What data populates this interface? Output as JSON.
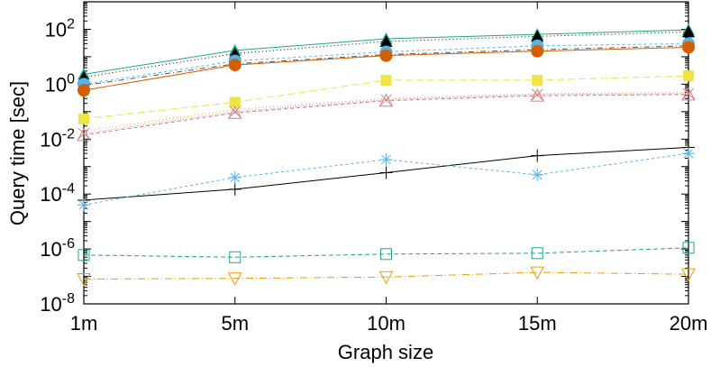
{
  "chart_data": {
    "type": "line",
    "title": "",
    "xlabel": "Graph size",
    "ylabel": "Query time [sec]",
    "y_scale": "log",
    "ylim": [
      1e-08,
      1000
    ],
    "y_ticks": [
      {
        "value": 1e-08,
        "base": "10",
        "exp": "-8"
      },
      {
        "value": 1e-06,
        "base": "10",
        "exp": "-6"
      },
      {
        "value": 0.0001,
        "base": "10",
        "exp": "-4"
      },
      {
        "value": 0.01,
        "base": "10",
        "exp": "-2"
      },
      {
        "value": 1,
        "base": "10",
        "exp": "0"
      },
      {
        "value": 100,
        "base": "10",
        "exp": "2"
      }
    ],
    "categories": [
      "1m",
      "5m",
      "10m",
      "15m",
      "20m"
    ],
    "grid": false,
    "legend": "none",
    "series": [
      {
        "color": "#1fa88a",
        "marker": "triangle-filled",
        "dash": "",
        "values": [
          2.3,
          17,
          45,
          65,
          95
        ]
      },
      {
        "color": "#000000",
        "marker": "triangle-filled",
        "dash": "1,3",
        "values": [
          1.8,
          13,
          36,
          55,
          80
        ]
      },
      {
        "color": "#55b4e9",
        "marker": "circle-filled",
        "dash": "3,3",
        "values": [
          1.0,
          7,
          15,
          25,
          30
        ]
      },
      {
        "color": "#555555",
        "marker": "none",
        "dash": "6,3,1,3",
        "values": [
          0.9,
          5.5,
          12,
          18,
          25
        ]
      },
      {
        "color": "#d55e00",
        "marker": "circle-filled",
        "dash": "",
        "values": [
          0.6,
          5,
          11,
          16,
          22
        ]
      },
      {
        "color": "#f0e442",
        "marker": "square-filled",
        "dash": "8,4",
        "values": [
          0.055,
          0.22,
          1.4,
          1.4,
          2.0
        ]
      },
      {
        "color": "#e69f00",
        "marker": "none",
        "dash": "1,3",
        "values": [
          0.02,
          0.12,
          0.3,
          0.45,
          0.5
        ]
      },
      {
        "color": "#cc79a7",
        "marker": "triangle-open",
        "dash": "4,3",
        "values": [
          0.014,
          0.09,
          0.25,
          0.38,
          0.42
        ]
      },
      {
        "color": "#e08060",
        "marker": "cross",
        "dash": "1,2",
        "values": [
          0.016,
          0.1,
          0.27,
          0.42,
          0.45
        ]
      },
      {
        "color": "#000000",
        "marker": "plus",
        "dash": "",
        "values": [
          6e-05,
          0.00015,
          0.0006,
          0.0025,
          0.005
        ]
      },
      {
        "color": "#55b4e9",
        "marker": "star",
        "dash": "3,3",
        "values": [
          4e-05,
          0.0004,
          0.0018,
          0.0005,
          0.003
        ]
      },
      {
        "color": "#1fa88a",
        "marker": "square-open",
        "dash": "5,3",
        "values": [
          6e-07,
          5e-07,
          6.5e-07,
          7e-07,
          1.1e-06
        ]
      },
      {
        "color": "#e69f00",
        "marker": "triangle-down-open",
        "dash": "8,3,1,3",
        "values": [
          8e-08,
          8.5e-08,
          9.5e-08,
          1.4e-07,
          1.2e-07
        ]
      }
    ]
  }
}
